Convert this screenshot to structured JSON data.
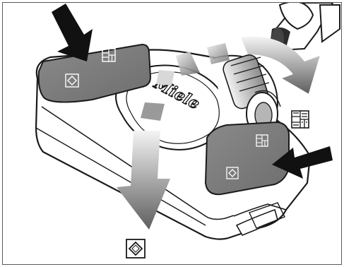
{
  "illustration": {
    "brand_logo_text": "Miele",
    "symbols": {
      "hard_floor": "diamond-in-square-symbol",
      "carpet": "parquet-grid-symbol"
    },
    "colors": {
      "outline": "#1a1a1a",
      "pedal_fill": "#7b7b7b",
      "body_fill": "#ffffff",
      "arrow_gray_dark": "#6f6f6f",
      "arrow_gray_light": "#e2e2e2",
      "black_arrow": "#111111"
    }
  }
}
